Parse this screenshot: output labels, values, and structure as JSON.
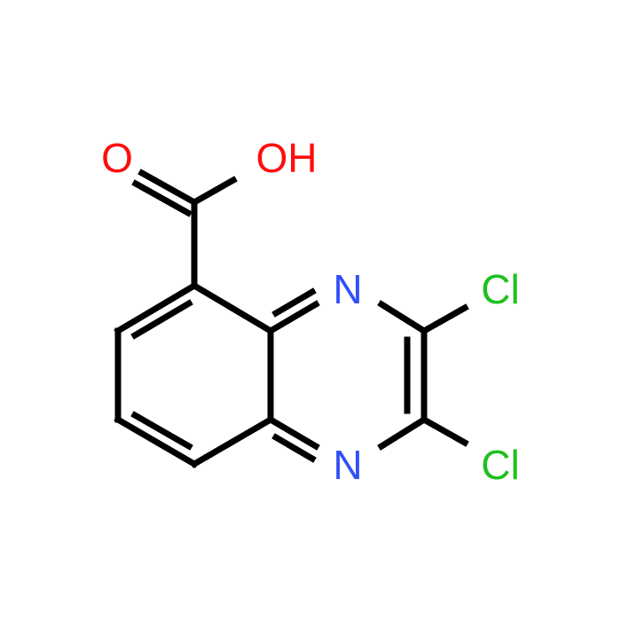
{
  "molecule": {
    "atoms": {
      "o_carbonyl": {
        "label": "O",
        "color": "#ff0d0d"
      },
      "o_hydroxyl": {
        "label": "OH",
        "color": "#ff0d0d"
      },
      "n_top": {
        "label": "N",
        "color": "#3050f8"
      },
      "n_bottom": {
        "label": "N",
        "color": "#3050f8"
      },
      "cl_top": {
        "label": "Cl",
        "color": "#1fc01f"
      },
      "cl_bottom": {
        "label": "Cl",
        "color": "#1fc01f"
      }
    },
    "bond_color": "#000000"
  }
}
